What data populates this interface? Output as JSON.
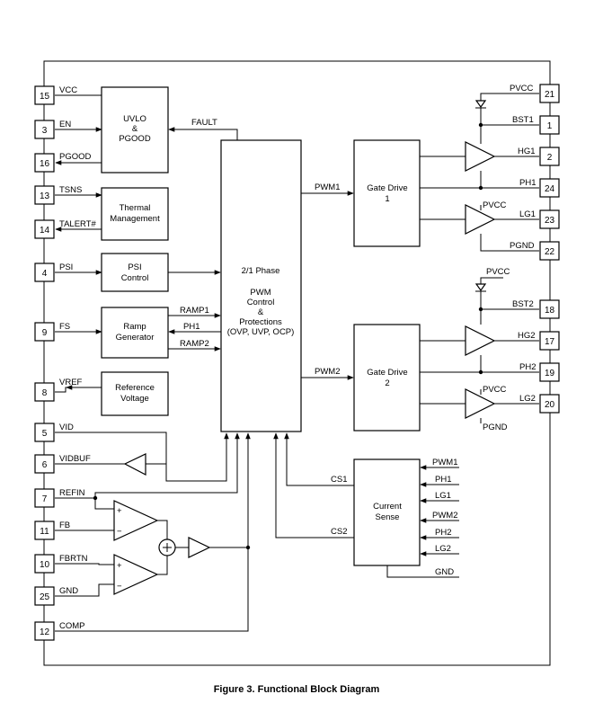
{
  "caption": "Figure 3. Functional Block Diagram",
  "blocks": {
    "uvlo": [
      "UVLO",
      "&",
      "PGOOD"
    ],
    "thermal": [
      "Thermal",
      "Management"
    ],
    "psi": [
      "PSI",
      "Control"
    ],
    "ramp": [
      "Ramp",
      "Generator"
    ],
    "reference": [
      "Reference",
      "Voltage"
    ],
    "pwm": [
      "2/1 Phase",
      "PWM",
      "Control",
      "&",
      "Protections",
      "(OVP, UVP, OCP)"
    ],
    "gate1": [
      "Gate Drive",
      "1"
    ],
    "gate2": [
      "Gate Drive",
      "2"
    ],
    "current_sense": [
      "Current",
      "Sense"
    ]
  },
  "left_pins": [
    {
      "num": "15",
      "label": "VCC"
    },
    {
      "num": "3",
      "label": "EN"
    },
    {
      "num": "16",
      "label": "PGOOD"
    },
    {
      "num": "13",
      "label": "TSNS"
    },
    {
      "num": "14",
      "label": "TALERT#"
    },
    {
      "num": "4",
      "label": "PSI"
    },
    {
      "num": "9",
      "label": "FS"
    },
    {
      "num": "8",
      "label": "VREF"
    },
    {
      "num": "5",
      "label": "VID"
    },
    {
      "num": "6",
      "label": "VIDBUF"
    },
    {
      "num": "7",
      "label": "REFIN"
    },
    {
      "num": "11",
      "label": "FB"
    },
    {
      "num": "10",
      "label": "FBRTN"
    },
    {
      "num": "25",
      "label": "GND"
    },
    {
      "num": "12",
      "label": "COMP"
    }
  ],
  "right_pins": [
    {
      "num": "21",
      "label": "PVCC"
    },
    {
      "num": "1",
      "label": "BST1"
    },
    {
      "num": "2",
      "label": "HG1"
    },
    {
      "num": "24",
      "label": "PH1"
    },
    {
      "num": "23",
      "label": "LG1"
    },
    {
      "num": "22",
      "label": "PGND"
    },
    {
      "num": "18",
      "label": "BST2"
    },
    {
      "num": "17",
      "label": "HG2"
    },
    {
      "num": "19",
      "label": "PH2"
    },
    {
      "num": "20",
      "label": "LG2"
    }
  ],
  "signals": {
    "fault": "FAULT",
    "ramp1": "RAMP1",
    "ph1": "PH1",
    "ramp2": "RAMP2",
    "pwm1": "PWM1",
    "pwm2": "PWM2",
    "pvcc_lg1": "PVCC",
    "pvcc_top2": "PVCC",
    "pvcc_lg2": "PVCC",
    "pgnd2": "PGND",
    "cs1": "CS1",
    "cs2": "CS2",
    "plus1": "+",
    "minus1": "−",
    "plus2": "+",
    "minus2": "−",
    "cs_inputs": [
      "PWM1",
      "PH1",
      "LG1",
      "PWM2",
      "PH2",
      "LG2"
    ],
    "cs_gnd": "GND"
  }
}
